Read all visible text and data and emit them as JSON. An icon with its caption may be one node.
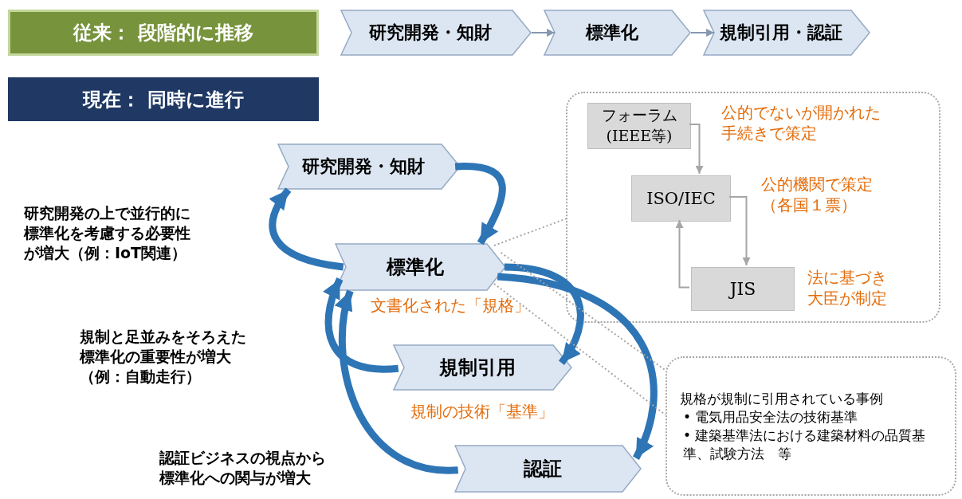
{
  "diagram": {
    "nodes": [
      {
        "text": [
          "従来： 段階的に推移"
        ]
      },
      {
        "text": [
          "研究開発・知財"
        ]
      },
      {
        "text": [
          "標準化"
        ]
      },
      {
        "text": [
          "規制引用・認証"
        ]
      },
      {
        "text": [
          "現在： 同時に進行"
        ]
      },
      {
        "text": [],
        "shape": "box"
      },
      {
        "text": [
          "フォーラム (IEEE等)"
        ],
        "in": 5,
        "beside": [
          "公的でないが開かれた手続きで策定"
        ]
      },
      {
        "text": [
          "ISO/IEC"
        ],
        "in": 5,
        "beside": [
          "公的機関で策定（各国１票）"
        ]
      },
      {
        "text": [
          "JIS"
        ],
        "in": 5,
        "beside": [
          "法に基づき大臣が制定"
        ]
      },
      {
        "text": [
          "研究開発・知財"
        ]
      },
      {
        "text": [
          "標準化"
        ],
        "beside": [
          "文書化された「規格」"
        ]
      },
      {
        "text": [
          "規制引用"
        ],
        "beside": [
          "規制の技術「基準」"
        ]
      },
      {
        "text": [
          "認証"
        ]
      },
      {
        "text": [
          "規格が規制に引用されている事例",
          "• 電気用品安全法の技術基準",
          "• 建築基準法における建築材料の品質基準、試験方法　等"
        ]
      }
    ],
    "edges": [
      {
        "from": 1,
        "to": 2,
        "arrow": "to",
        "color": "#8497b0"
      },
      {
        "from": 2,
        "to": 3,
        "arrow": "to",
        "color": "#8497b0"
      },
      {
        "from": 6,
        "to": 7,
        "arrow": "to",
        "color": "#a6a6a6"
      },
      {
        "from": 7,
        "to": 8,
        "arrow": "to",
        "color": "#a6a6a6"
      },
      {
        "from": 8,
        "to": 7,
        "arrow": "to",
        "color": "#a6a6a6"
      },
      {
        "from": 9,
        "to": 10,
        "arrow": "to",
        "style": "thick",
        "color": "#2e75b6"
      },
      {
        "from": 10,
        "to": 9,
        "arrow": "to",
        "style": "thick",
        "color": "#2e75b6"
      },
      {
        "from": 10,
        "to": 11,
        "arrow": "to",
        "style": "thick",
        "color": "#2e75b6"
      },
      {
        "from": 11,
        "to": 10,
        "arrow": "to",
        "style": "thick",
        "color": "#2e75b6"
      },
      {
        "from": 10,
        "to": 12,
        "arrow": "to",
        "style": "thick",
        "color": "#2e75b6"
      },
      {
        "from": 12,
        "to": 10,
        "arrow": "to",
        "style": "thick",
        "color": "#2e75b6"
      },
      {
        "from": 10,
        "to": 5,
        "arrow": "none",
        "style": "dashed",
        "color": "#a6a6a6"
      },
      {
        "from": 10,
        "to": 13,
        "arrow": "none",
        "style": "dashed",
        "color": "#a6a6a6"
      },
      {
        "from": 10,
        "to": 13,
        "arrow": "none",
        "style": "dashed",
        "color": "#a6a6a6"
      }
    ],
    "labels": [
      "研究開発の上で並行的に標準化を考慮する必要性が増大（例：IoT関連）",
      "規制と足並みをそろえた標準化の重要性が増大（例：自動走行）",
      "認証ビジネスの視点から標準化への関与が増大"
    ]
  }
}
